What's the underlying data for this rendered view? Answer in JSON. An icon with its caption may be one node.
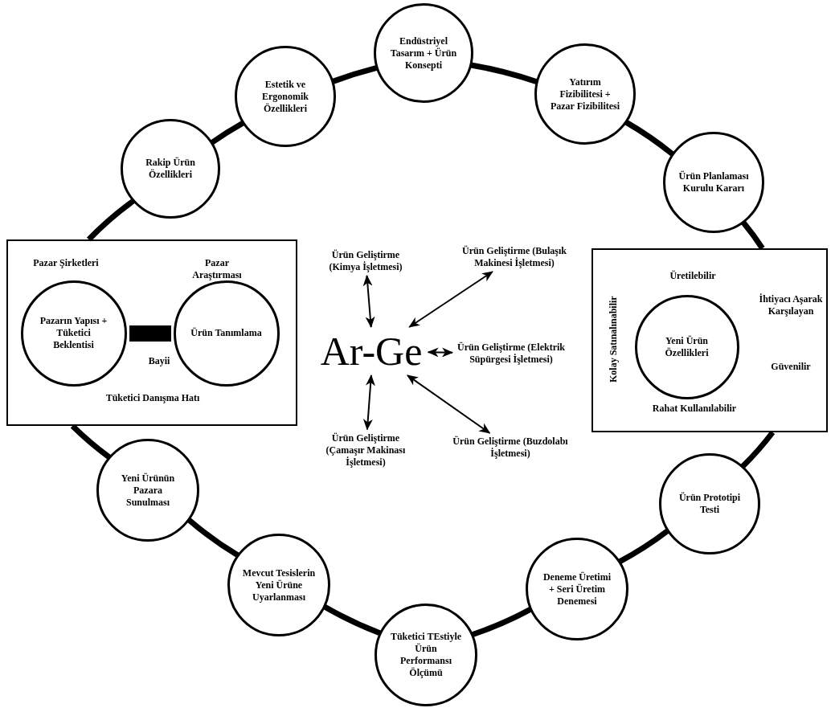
{
  "diagram": {
    "nodes": [
      {
        "text": [
          "Endüstriyel Tasarım + Ürün Konsepti"
        ]
      },
      {
        "text": [
          "Yatırım Fizibilitesi + Pazar Fizibilitesi"
        ]
      },
      {
        "text": [
          "Ürün Planlaması Kurulu Kararı"
        ]
      },
      {
        "text": [
          "Üretilebilir",
          "İhtiyacı Aşarak Karşılayan",
          "Güvenilir",
          "Rahat Kullanılabilir",
          "Kolay Satınalınabilir"
        ]
      },
      {
        "text": [
          "Yeni Ürün Özellikleri"
        ],
        "in": 3
      },
      {
        "text": [
          "Ürün Prototipi Testi"
        ]
      },
      {
        "text": [
          "Deneme Üretimi + Seri Üretim Denemesi"
        ]
      },
      {
        "text": [
          "Tüketici TEstiyle Ürün Performansı Ölçümü"
        ]
      },
      {
        "text": [
          "Mevcut Tesislerin Yeni Ürüne Uyarlanması"
        ]
      },
      {
        "text": [
          "Yeni Ürünün Pazara Sunulması"
        ]
      },
      {
        "text": [
          "Pazar Şirketleri",
          "Pazar Araştırması",
          "Bayii",
          "Tüketici Danışma Hatı"
        ]
      },
      {
        "text": [
          "Pazarın Yapısı + Tüketici Beklentisi"
        ],
        "in": 10
      },
      {
        "text": [
          "Ürün Tanımlama"
        ],
        "in": 10
      },
      {
        "text": [
          "Rakip Ürün Özellikleri"
        ]
      },
      {
        "text": [
          "Estetik ve Ergonomik Özellikleri"
        ]
      },
      {
        "text": [
          "Ar-Ge"
        ]
      },
      {
        "text": [
          "Ürün Geliştirme (Kimya İşletmesi)"
        ]
      },
      {
        "text": [
          "Ürün Geliştirme (Bulaşık Makinesi İşletmesi)"
        ]
      },
      {
        "text": [
          "Ürün Geliştirme (Elektrik Süpürgesi İşletmesi)"
        ]
      },
      {
        "text": [
          "Ürün Geliştirme (Buzdolabı İşletmesi)"
        ]
      },
      {
        "text": [
          "Ürün Geliştirme (Çamaşır Makinası İşletmesi)"
        ]
      }
    ],
    "edges": [
      {
        "from": 0,
        "to": 1,
        "arrow": "none"
      },
      {
        "from": 1,
        "to": 2,
        "arrow": "none"
      },
      {
        "from": 2,
        "to": 3,
        "arrow": "none"
      },
      {
        "from": 3,
        "to": 5,
        "arrow": "none"
      },
      {
        "from": 5,
        "to": 6,
        "arrow": "none"
      },
      {
        "from": 6,
        "to": 7,
        "arrow": "none"
      },
      {
        "from": 7,
        "to": 8,
        "arrow": "none"
      },
      {
        "from": 8,
        "to": 9,
        "arrow": "none"
      },
      {
        "from": 9,
        "to": 10,
        "arrow": "none"
      },
      {
        "from": 10,
        "to": 13,
        "arrow": "none"
      },
      {
        "from": 13,
        "to": 14,
        "arrow": "none"
      },
      {
        "from": 14,
        "to": 0,
        "arrow": "none"
      },
      {
        "from": 11,
        "to": 12,
        "arrow": "none",
        "style": "thick"
      },
      {
        "from": 15,
        "to": 16,
        "arrow": "both"
      },
      {
        "from": 15,
        "to": 17,
        "arrow": "both"
      },
      {
        "from": 15,
        "to": 18,
        "arrow": "both"
      },
      {
        "from": 15,
        "to": 19,
        "arrow": "both"
      },
      {
        "from": 15,
        "to": 20,
        "arrow": "both"
      }
    ]
  }
}
